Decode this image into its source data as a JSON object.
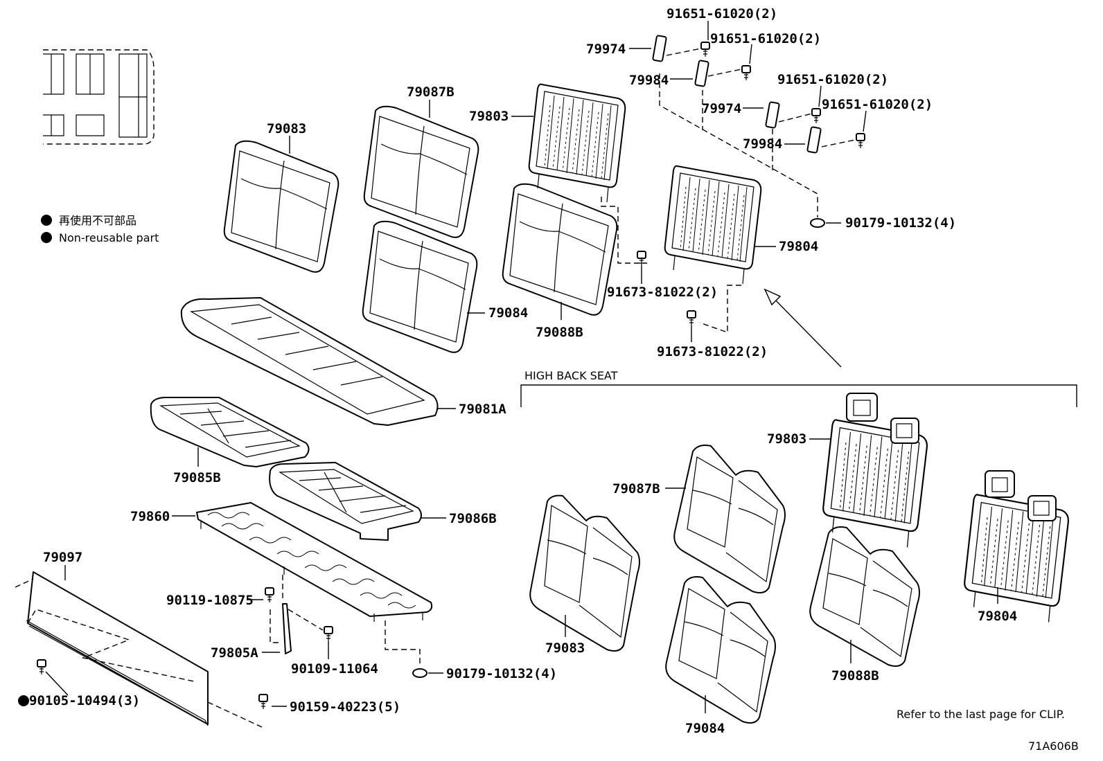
{
  "legend": {
    "jp": "再使用不可部品",
    "en": "Non-reusable part"
  },
  "section_title": "HIGH BACK SEAT",
  "footer_note": "Refer to the last page for CLIP.",
  "diagram_code": "71A606B",
  "labels": {
    "p79083": "79083",
    "p79087B": "79087B",
    "p79803": "79803",
    "p79974a": "79974",
    "p79984a": "79984",
    "p79974b": "79974",
    "p79984b": "79984",
    "c91651a": "91651-61020(2)",
    "c91651b": "91651-61020(2)",
    "c91651c": "91651-61020(2)",
    "c91651d": "91651-61020(2)",
    "c90179a": "90179-10132(4)",
    "p79804": "79804",
    "c91673a": "91673-81022(2)",
    "c91673b": "91673-81022(2)",
    "p79084": "79084",
    "p79088B": "79088B",
    "p79081A": "79081A",
    "p79085B": "79085B",
    "p79860": "79860",
    "p79086B": "79086B",
    "p79097": "79097",
    "c90119": "90119-10875",
    "p79805A": "79805A",
    "c90109": "90109-11064",
    "c90179b": "90179-10132(4)",
    "c90105": "90105-10494(3)",
    "c90159": "90159-40223(5)",
    "h79803": "79803",
    "h79087B": "79087B",
    "h79083": "79083",
    "h79804": "79804",
    "h79088B": "79088B",
    "h79084": "79084"
  }
}
